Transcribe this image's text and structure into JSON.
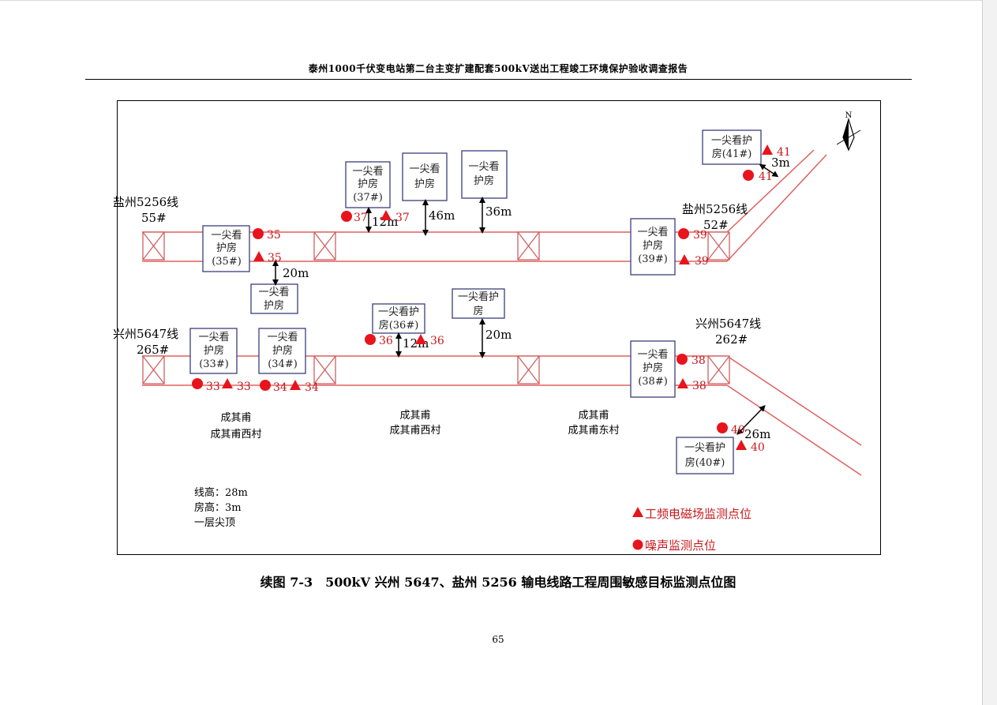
{
  "header": {
    "title": "泰州1000千伏变电站第二台主变扩建配套500kV送出工程竣工环境保护验收调查报告"
  },
  "figure": {
    "towers": {
      "yan_55": {
        "line": "盐州5256线",
        "num": "55#"
      },
      "yan_52": {
        "line": "盐州5256线",
        "num": "52#"
      },
      "xing_265": {
        "line": "兴州5647线",
        "num": "265#"
      },
      "xing_262": {
        "line": "兴州5647线",
        "num": "262#"
      }
    },
    "houses": {
      "h41": [
        "一尖看护",
        "房(41#)"
      ],
      "h37": [
        "一尖看",
        "护房",
        "(37#)"
      ],
      "h46": [
        "一尖看",
        "护房"
      ],
      "h36top": [
        "一尖看",
        "护房"
      ],
      "h35": [
        "一尖看",
        "护房",
        "(35#)"
      ],
      "h39": [
        "一尖看",
        "护房",
        "(39#)"
      ],
      "h20": [
        "一尖看",
        "护房"
      ],
      "h36": [
        "一尖看护",
        "房(36#)"
      ],
      "h36b": [
        "一尖看护",
        "房"
      ],
      "h33": [
        "一尖看",
        "护房",
        "(33#)"
      ],
      "h34": [
        "一尖看",
        "护房",
        "(34#)"
      ],
      "h38": [
        "一尖看",
        "护房",
        "(38#)"
      ],
      "h40": [
        "一尖看护",
        "房(40#)"
      ]
    },
    "distances": {
      "d3": "3m",
      "d12a": "12m",
      "d46": "46m",
      "d36": "36m",
      "d20a": "20m",
      "d12b": "12m",
      "d20b": "20m",
      "d26": "26m"
    },
    "points": {
      "p41a": "41",
      "p41b": "41",
      "p37a": "37",
      "p37b": "37",
      "p35a": "35",
      "p35b": "35",
      "p39a": "39",
      "p39b": "39",
      "p36a": "36",
      "p36b": "36",
      "p38a": "38",
      "p38b": "38",
      "p33a": "33",
      "p33b": "33",
      "p34a": "34",
      "p34b": "34",
      "p40a": "40",
      "p40b": "40"
    },
    "villages": {
      "v1": [
        "成其甫",
        "成其甫西村"
      ],
      "v2": [
        "成其甫",
        "成其甫西村"
      ],
      "v3": [
        "成其甫",
        "成其甫东村"
      ]
    },
    "notes": [
      "线高：28m",
      "房高：3m",
      "一层尖顶"
    ],
    "legend": {
      "triangle": "工频电磁场监测点位",
      "circle": "噪声监测点位"
    },
    "north": "N",
    "colors": {
      "line": "#e06060",
      "marker": "#e8141c",
      "marker_text": "#c8181c",
      "house_border": "#3a3f7a"
    }
  },
  "caption": "续图 7-3　500kV 兴州 5647、盐州 5256 输电线路工程周围敏感目标监测点位图",
  "page_number": "65"
}
